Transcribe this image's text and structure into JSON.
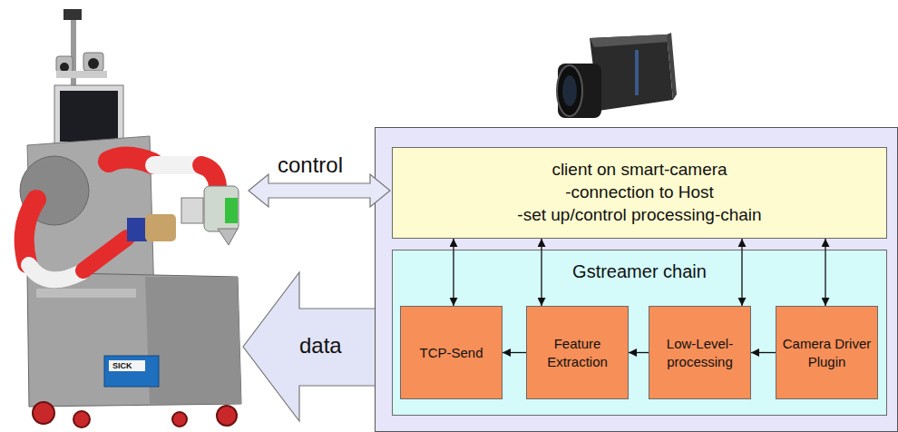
{
  "diagram": {
    "nodes": [
      {
        "text": [
          "client on smart-camera",
          "-connection to Host",
          "-set up/control processing-chain"
        ]
      },
      {
        "text": [
          "Gstreamer chain"
        ]
      },
      {
        "text": [
          "TCP-Send"
        ],
        "in": 1
      },
      {
        "text": [
          "Feature Extraction"
        ],
        "in": 1
      },
      {
        "text": [
          "Low-Level- processing"
        ],
        "in": 1
      },
      {
        "text": [
          "Camera Driver Plugin"
        ],
        "in": 1
      }
    ],
    "edges": [
      {
        "from": 5,
        "to": 4,
        "arrow": "to"
      },
      {
        "from": 4,
        "to": 3,
        "arrow": "to"
      },
      {
        "from": 3,
        "to": 2,
        "arrow": "to"
      },
      {
        "from": 0,
        "to": 2,
        "arrow": "both"
      },
      {
        "from": 0,
        "to": 3,
        "arrow": "both"
      },
      {
        "from": 0,
        "to": 4,
        "arrow": "both"
      },
      {
        "from": 0,
        "to": 5,
        "arrow": "both"
      }
    ],
    "labels": [
      "control",
      "data",
      "SICK"
    ]
  }
}
